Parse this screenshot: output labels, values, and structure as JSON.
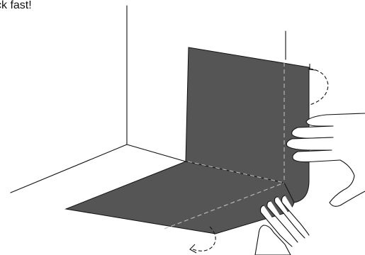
{
  "caption": {
    "text": "ck fast!"
  },
  "illustration": {
    "sheet_color": "#555555",
    "line_color": "#111111",
    "fold_line_color": "#bdbdbd",
    "icons": [
      "rotate-arrow-icon-top",
      "rotate-arrow-icon-bottom",
      "hand-icon-right",
      "hand-icon-bottom"
    ]
  }
}
